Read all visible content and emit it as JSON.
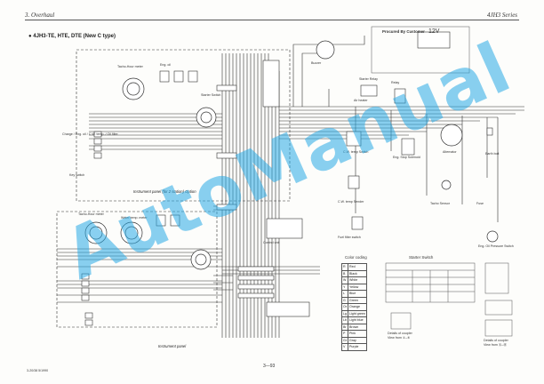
{
  "header": {
    "section": "3. Overhaul",
    "series": "4JH3 Series"
  },
  "diagram": {
    "title": "● 4JH3-TE, HTE, DTE  (New C type)",
    "customer": {
      "title": "Procured By Customer",
      "battery": "12V"
    },
    "captions": {
      "sub_panel": "Instrument panel (for 2 station) Option",
      "main_panel": "Instrument panel"
    },
    "labels": {
      "tacho_a": "Tacho-Hour meter",
      "tacho_b": "Tacho-Hour meter",
      "eng_oil": "Eng. oil",
      "water_temp": "Water temp. meter",
      "pilot_lamps": "Charge / Eng. oil / C.W. temp. / Oil filter",
      "key_switch": "Key switch",
      "starter_switch": "Starter Switch",
      "alternator": "Alternator",
      "earth_bolt": "Earth bolt",
      "fuel_filter": "Fuel filter switch",
      "air_heater": "Air heater",
      "eng_stop": "Eng. Stop Solenoid",
      "cw_temp_sw": "C.W. temp Switch",
      "cw_temp_sender": "C.W. temp Sender",
      "oil_pressure": "Eng. Oil Pressure Switch",
      "tacho_sensor": "Tacho Sensor",
      "buzzer": "Buzzer",
      "starter_relay": "Starter Relay",
      "main_relay": "Relay",
      "cont_unit": "Control unit",
      "fuse": "Fuse"
    },
    "color_coding": {
      "title": "Color coding",
      "rows": [
        [
          "R",
          "Red"
        ],
        [
          "B",
          "Black"
        ],
        [
          "W",
          "White"
        ],
        [
          "Y",
          "Yellow"
        ],
        [
          "L",
          "Blue"
        ],
        [
          "G",
          "Green"
        ],
        [
          "Or",
          "Orange"
        ],
        [
          "Lg",
          "Light green"
        ],
        [
          "Lb",
          "Light blue"
        ],
        [
          "Br",
          "Brown"
        ],
        [
          "P",
          "Pink"
        ],
        [
          "Gr",
          "Gray"
        ],
        [
          "V",
          "Purple"
        ]
      ]
    },
    "starter_switch": {
      "title": "Starter Switch"
    },
    "connector_notes": {
      "a": "Details of coupler",
      "a_sub": "View from ①–⑥",
      "b": "Details of coupler",
      "b_sub": "View from Ⓐ–Ⓑ"
    }
  },
  "footer": {
    "left": "3-20/38  5/1990",
    "page": "3—93"
  }
}
